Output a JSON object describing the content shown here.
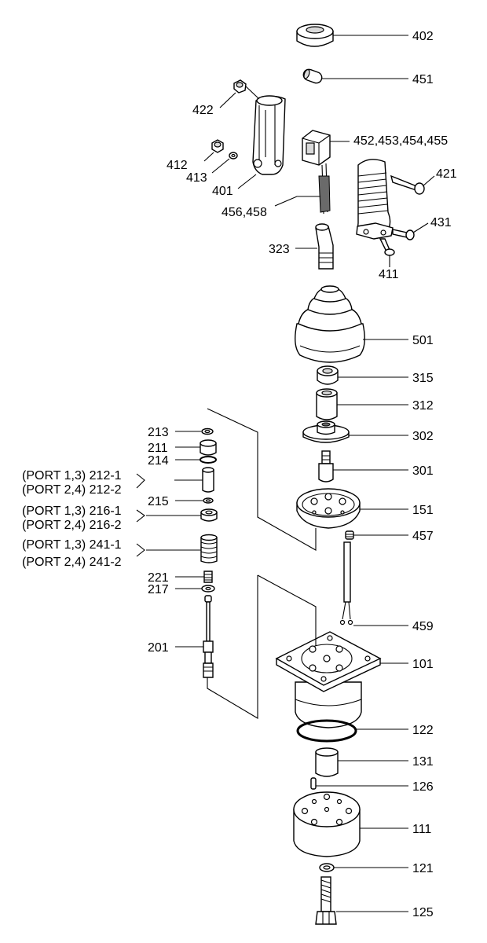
{
  "labels": {
    "l402": "402",
    "l451": "451",
    "l422": "422",
    "l452": "452,453,454,455",
    "l412": "412",
    "l413": "413",
    "l401": "401",
    "l421": "421",
    "l456": "456,458",
    "l431": "431",
    "l323": "323",
    "l411": "411",
    "l501": "501",
    "l315": "315",
    "l312": "312",
    "l213": "213",
    "l211": "211",
    "l302": "302",
    "l214": "214",
    "l212a": "(PORT 1,3) 212-1",
    "l301": "301",
    "l212b": "(PORT 2,4) 212-2",
    "l215": "215",
    "l151": "151",
    "l216a": "(PORT 1,3) 216-1",
    "l216b": "(PORT 2,4) 216-2",
    "l457": "457",
    "l241a": "(PORT 1,3) 241-1",
    "l241b": "(PORT 2,4) 241-2",
    "l221": "221",
    "l217": "217",
    "l459": "459",
    "l201": "201",
    "l101": "101",
    "l122": "122",
    "l131": "131",
    "l126": "126",
    "l111": "111",
    "l121": "121",
    "l125": "125"
  }
}
